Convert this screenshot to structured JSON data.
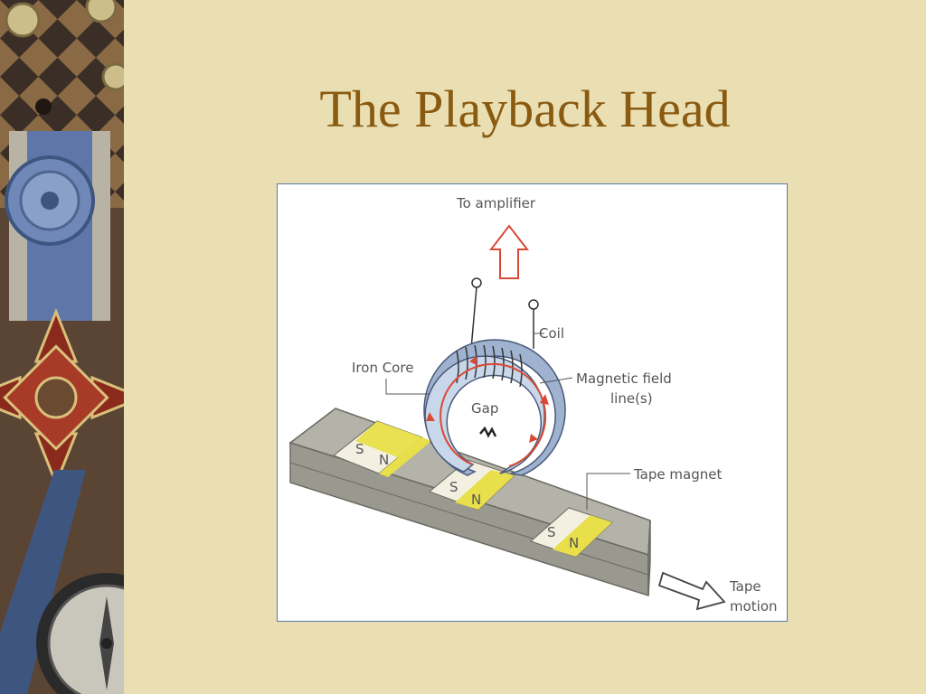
{
  "slide": {
    "title": "The Playback Head"
  },
  "diagram": {
    "labels": {
      "to_amplifier": "To amplifier",
      "coil": "Coil",
      "iron_core": "Iron Core",
      "magnetic_field_line1": "Magnetic field",
      "magnetic_field_line2": "line(s)",
      "gap": "Gap",
      "tape_magnet": "Tape magnet",
      "tape_motion_line1": "Tape",
      "tape_motion_line2": "motion",
      "pole_s": "S",
      "pole_n": "N"
    },
    "colors": {
      "accent_red": "#d94a36",
      "magnet_yellow": "#e8df4a",
      "tape_gray": "#b4b3aa",
      "core_blue": "#c9d7ea"
    }
  }
}
